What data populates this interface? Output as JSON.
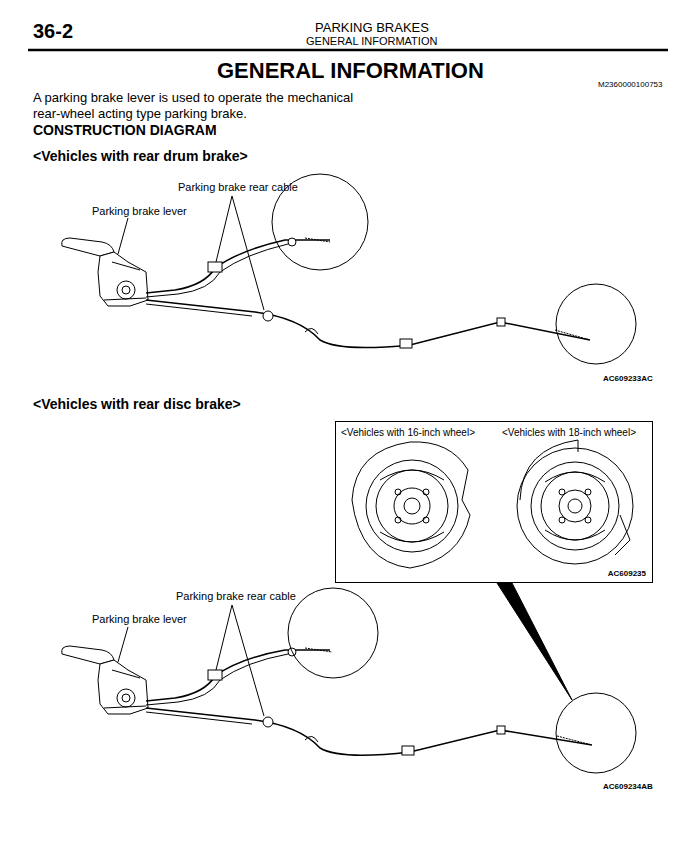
{
  "diagram": {
    "title": "GENERAL INFORMATION",
    "nodes": [
      {
        "text": [
          "<Vehicles with 16-inch wheel>",
          "<Vehicles with 18-inch wheel>",
          "AC609235"
        ]
      }
    ],
    "labels": [
      "36-2",
      "PARKING BRAKES",
      "GENERAL INFORMATION",
      "M2360000100753",
      "A parking brake lever is used to operate the mechanical rear-wheel acting type parking brake.",
      "CONSTRUCTION DIAGRAM",
      "<Vehicles with rear drum brake>",
      "Parking brake rear cable",
      "Parking brake lever",
      "AC609233AC",
      "<Vehicles with rear disc brake>",
      "Parking brake rear cable",
      "Parking brake lever",
      "AC609234AB"
    ]
  }
}
